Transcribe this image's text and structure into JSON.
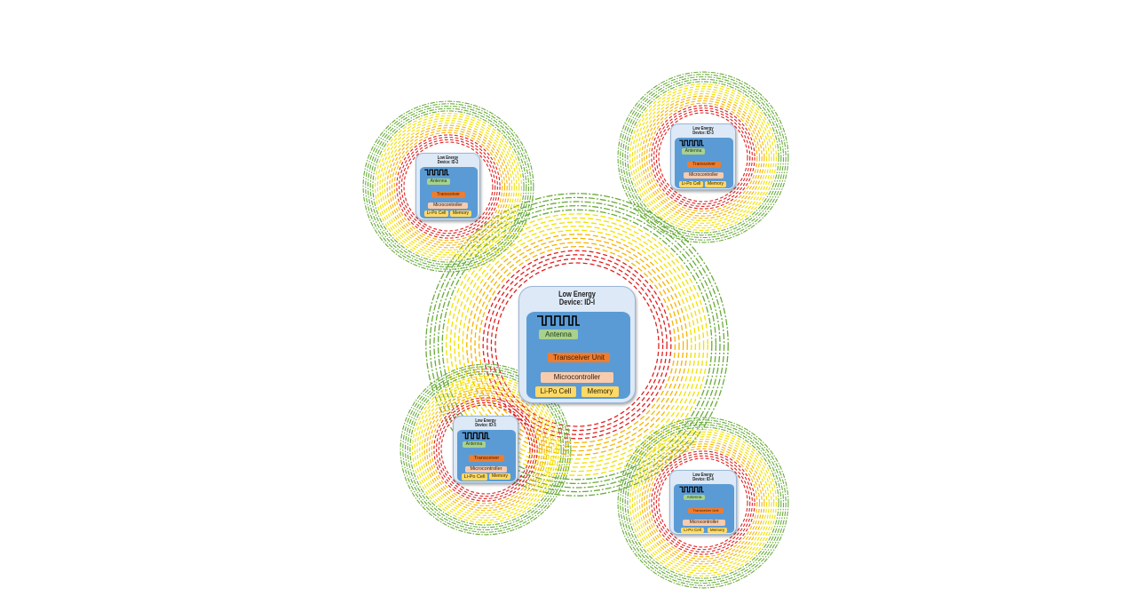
{
  "devices": [
    {
      "id": "main",
      "title_line1": "Low Energy",
      "title_line2": "Device: ID-I",
      "antenna": "Antenna",
      "transceiver": "Transceiver Unit",
      "microcontroller": "Microcontroller",
      "lipo": "Li-Po Cell",
      "memory": "Memory"
    },
    {
      "id": "top-left",
      "title_line1": "Low Energy",
      "title_line2": "Device: ID-2",
      "antenna": "Antenna",
      "transceiver": "Transceiver",
      "microcontroller": "Microcontroller",
      "lipo": "Li-Po Cell",
      "memory": "Memory"
    },
    {
      "id": "top-right",
      "title_line1": "Low Energy",
      "title_line2": "Device: ID-3",
      "antenna": "Antenna",
      "transceiver": "Transceiver",
      "microcontroller": "Microcontroller",
      "lipo": "Li-Po Cell",
      "memory": "Memory"
    },
    {
      "id": "bottom-left",
      "title_line1": "Low Energy",
      "title_line2": "Device: ID-5",
      "antenna": "Antenna",
      "transceiver": "Transceiver",
      "microcontroller": "Microcontroller",
      "lipo": "Li-Po Cell",
      "memory": "Memory"
    },
    {
      "id": "bottom-right",
      "title_line1": "Low Energy",
      "title_line2": "Device: ID-4",
      "antenna": "Antenna",
      "transceiver": "Transceiver Unit",
      "microcontroller": "Microcontroller",
      "lipo": "Li-Po Cell",
      "memory": "Memory"
    }
  ],
  "colors": {
    "ring_inner": "#e02020",
    "ring_middle": "#f2e000",
    "ring_mid2": "#f5b400",
    "ring_outer": "#6aab3a",
    "panel": "#5b9bd5",
    "frame": "#dde9f6"
  }
}
